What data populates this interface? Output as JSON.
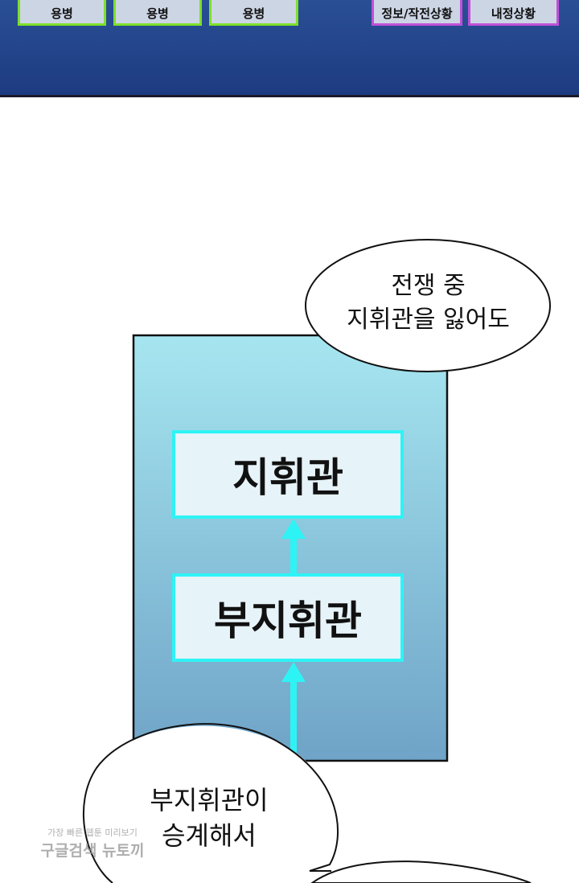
{
  "top_menu": {
    "buttons": [
      {
        "label": "용병"
      },
      {
        "label": "용병"
      },
      {
        "label": "용병"
      },
      {
        "label": "정보/작전상황"
      },
      {
        "label": "내정상황"
      }
    ]
  },
  "bubble_top": {
    "lines": [
      "전쟁 중",
      "지휘관을 잃어도"
    ]
  },
  "diagram": {
    "top_box": "지휘관",
    "bottom_box": "부지휘관",
    "colors": {
      "border": "#2ef3f5",
      "panel_top": "#a6e6f0",
      "panel_bottom": "#6fa3c7"
    }
  },
  "bubble_bottom": {
    "lines": [
      "부지휘관이",
      "승계해서"
    ]
  },
  "watermark": {
    "line1": "가장 빠른 웹툰 미리보기",
    "line2": "구글검색 뉴토끼"
  }
}
